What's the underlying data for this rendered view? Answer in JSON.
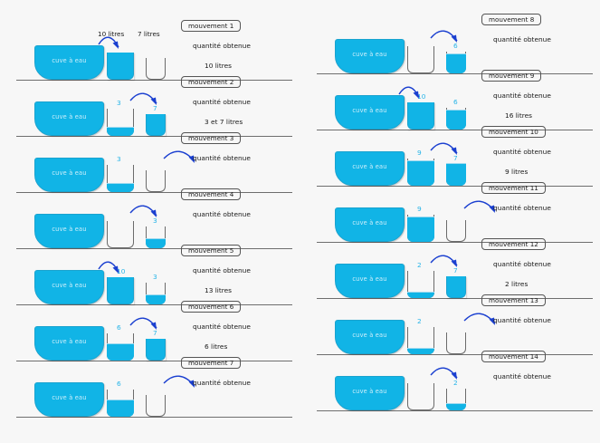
{
  "page": {
    "title": "Probleme des deux seaux - suite de mouvements",
    "background": "#f7f7f7",
    "water_color": "#11b4e6",
    "arrow_color": "#1a3fd0",
    "number_color": "#27b4e8",
    "line_color": "#6e6e6e"
  },
  "captions": {
    "jug_a": "10 litres",
    "jug_b": "7 litres"
  },
  "labels": {
    "tank": "cuve à eau",
    "quantity": "quantité obtenue"
  },
  "movements": [
    {
      "id": "mouvement-1",
      "badge": "mouvement 1",
      "quantity_label": "quantité obtenue",
      "result": "10 litres",
      "tank": {
        "label": "cuve à eau",
        "full": true
      },
      "jug_a": {
        "capacity": 10,
        "amount": 10,
        "number": "",
        "full": true
      },
      "jug_b": {
        "capacity": 7,
        "amount": 0,
        "number": "",
        "full": false
      },
      "arrow": {
        "from": "tank",
        "to": "jug_a"
      }
    },
    {
      "id": "mouvement-2",
      "badge": "mouvement 2",
      "quantity_label": "quantité obtenue",
      "result": "3  et 7 litres",
      "tank": {
        "label": "cuve à eau",
        "full": true
      },
      "jug_a": {
        "capacity": 10,
        "amount": 3,
        "number": "3",
        "full": false
      },
      "jug_b": {
        "capacity": 7,
        "amount": 7,
        "number": "7",
        "full": true
      },
      "arrow": {
        "from": "jug_a",
        "to": "jug_b"
      }
    },
    {
      "id": "mouvement-3",
      "badge": "mouvement 3",
      "quantity_label": "quantité obtenue",
      "result": "",
      "tank": {
        "label": "cuve à eau",
        "full": true
      },
      "jug_a": {
        "capacity": 10,
        "amount": 3,
        "number": "3",
        "full": false
      },
      "jug_b": {
        "capacity": 7,
        "amount": 0,
        "number": "",
        "full": false
      },
      "arrow": {
        "from": "jug_b",
        "to": "out"
      }
    },
    {
      "id": "mouvement-4",
      "badge": "mouvement 4",
      "quantity_label": "quantité obtenue",
      "result": "",
      "tank": {
        "label": "cuve à eau",
        "full": true
      },
      "jug_a": {
        "capacity": 10,
        "amount": 0,
        "number": "",
        "full": false
      },
      "jug_b": {
        "capacity": 7,
        "amount": 3,
        "number": "3",
        "full": false
      },
      "arrow": {
        "from": "jug_a",
        "to": "jug_b"
      }
    },
    {
      "id": "mouvement-5",
      "badge": "mouvement 5",
      "quantity_label": "quantité obtenue",
      "result": "13 litres",
      "tank": {
        "label": "cuve à eau",
        "full": true
      },
      "jug_a": {
        "capacity": 10,
        "amount": 10,
        "number": "10",
        "full": true
      },
      "jug_b": {
        "capacity": 7,
        "amount": 3,
        "number": "3",
        "full": false
      },
      "arrow": {
        "from": "tank",
        "to": "jug_a"
      }
    },
    {
      "id": "mouvement-6",
      "badge": "mouvement 6",
      "quantity_label": "quantité obtenue",
      "result": "6 litres",
      "tank": {
        "label": "cuve à eau",
        "full": true
      },
      "jug_a": {
        "capacity": 10,
        "amount": 6,
        "number": "6",
        "full": false
      },
      "jug_b": {
        "capacity": 7,
        "amount": 7,
        "number": "7",
        "full": true
      },
      "arrow": {
        "from": "jug_a",
        "to": "jug_b"
      }
    },
    {
      "id": "mouvement-7",
      "badge": "mouvement 7",
      "quantity_label": "quantité obtenue",
      "result": "",
      "tank": {
        "label": "cuve à eau",
        "full": true
      },
      "jug_a": {
        "capacity": 10,
        "amount": 6,
        "number": "6",
        "full": false
      },
      "jug_b": {
        "capacity": 7,
        "amount": 0,
        "number": "",
        "full": false
      },
      "arrow": {
        "from": "jug_b",
        "to": "out"
      }
    },
    {
      "id": "mouvement-8",
      "badge": "mouvement 8",
      "quantity_label": "quantité obtenue",
      "result": "",
      "tank": {
        "label": "cuve à eau",
        "full": true
      },
      "jug_a": {
        "capacity": 10,
        "amount": 0,
        "number": "",
        "full": false
      },
      "jug_b": {
        "capacity": 7,
        "amount": 6,
        "number": "6",
        "full": false
      },
      "arrow": {
        "from": "jug_a",
        "to": "jug_b"
      }
    },
    {
      "id": "mouvement-9",
      "badge": "mouvement 9",
      "quantity_label": "quantité obtenue",
      "result": "16 litres",
      "tank": {
        "label": "cuve à eau",
        "full": true
      },
      "jug_a": {
        "capacity": 10,
        "amount": 10,
        "number": "10",
        "full": true
      },
      "jug_b": {
        "capacity": 7,
        "amount": 6,
        "number": "6",
        "full": false
      },
      "arrow": {
        "from": "tank",
        "to": "jug_a"
      }
    },
    {
      "id": "mouvement-10",
      "badge": "mouvement 10",
      "quantity_label": "quantité obtenue",
      "result": "9 litres",
      "tank": {
        "label": "cuve à eau",
        "full": true
      },
      "jug_a": {
        "capacity": 10,
        "amount": 9,
        "number": "9",
        "full": false
      },
      "jug_b": {
        "capacity": 7,
        "amount": 7,
        "number": "7",
        "full": false
      },
      "arrow": {
        "from": "jug_a",
        "to": "jug_b"
      }
    },
    {
      "id": "mouvement-11",
      "badge": "mouvement 11",
      "quantity_label": "quantité obtenue",
      "result": "",
      "tank": {
        "label": "cuve à eau",
        "full": true
      },
      "jug_a": {
        "capacity": 10,
        "amount": 9,
        "number": "9",
        "full": false
      },
      "jug_b": {
        "capacity": 7,
        "amount": 0,
        "number": "",
        "full": false
      },
      "arrow": {
        "from": "jug_b",
        "to": "out"
      }
    },
    {
      "id": "mouvement-12",
      "badge": "mouvement 12",
      "quantity_label": "quantité obtenue",
      "result": "2 litres",
      "tank": {
        "label": "cuve à eau",
        "full": true
      },
      "jug_a": {
        "capacity": 10,
        "amount": 2,
        "number": "2",
        "full": false
      },
      "jug_b": {
        "capacity": 7,
        "amount": 7,
        "number": "7",
        "full": true
      },
      "arrow": {
        "from": "jug_a",
        "to": "jug_b"
      }
    },
    {
      "id": "mouvement-13",
      "badge": "mouvement 13",
      "quantity_label": "quantité obtenue",
      "result": "",
      "tank": {
        "label": "cuve à eau",
        "full": true
      },
      "jug_a": {
        "capacity": 10,
        "amount": 2,
        "number": "2",
        "full": false
      },
      "jug_b": {
        "capacity": 7,
        "amount": 0,
        "number": "",
        "full": false
      },
      "arrow": {
        "from": "jug_b",
        "to": "out"
      }
    },
    {
      "id": "mouvement-14",
      "badge": "mouvement 14",
      "quantity_label": "quantité obtenue",
      "result": "",
      "tank": {
        "label": "cuve à eau",
        "full": true
      },
      "jug_a": {
        "capacity": 10,
        "amount": 0,
        "number": "",
        "full": false
      },
      "jug_b": {
        "capacity": 7,
        "amount": 2,
        "number": "2",
        "full": false
      },
      "arrow": {
        "from": "jug_a",
        "to": "jug_b"
      }
    }
  ]
}
